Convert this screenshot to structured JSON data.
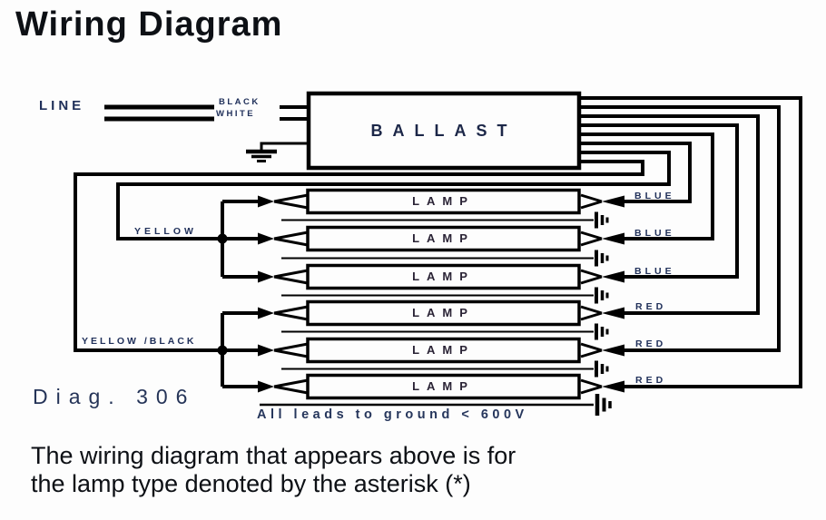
{
  "title": "Wiring Diagram",
  "diagram": {
    "line_label": "LINE",
    "wire_top_label": "BLACK",
    "wire_bottom_label": "WHITE",
    "ballast_label": "BALLAST",
    "lamp_labels": [
      "LAMP",
      "LAMP",
      "LAMP",
      "LAMP",
      "LAMP",
      "LAMP"
    ],
    "yellow_label": "YELLOW",
    "yellow_black_label": "YELLOW /BLACK",
    "blue_labels": [
      "BLUE",
      "BLUE",
      "BLUE"
    ],
    "red_labels": [
      "RED",
      "RED",
      "RED"
    ],
    "diag_number": "Diag. 306",
    "ground_note": "All leads to ground < 600V"
  },
  "caption": {
    "line1": "The wiring diagram that appears above is for",
    "line2": "the lamp type denoted by the asterisk (*)"
  },
  "colors": {
    "wire": "#000000",
    "label_text": "#20305a",
    "body_text": "#0d1015",
    "background": "#fdfdfd"
  }
}
